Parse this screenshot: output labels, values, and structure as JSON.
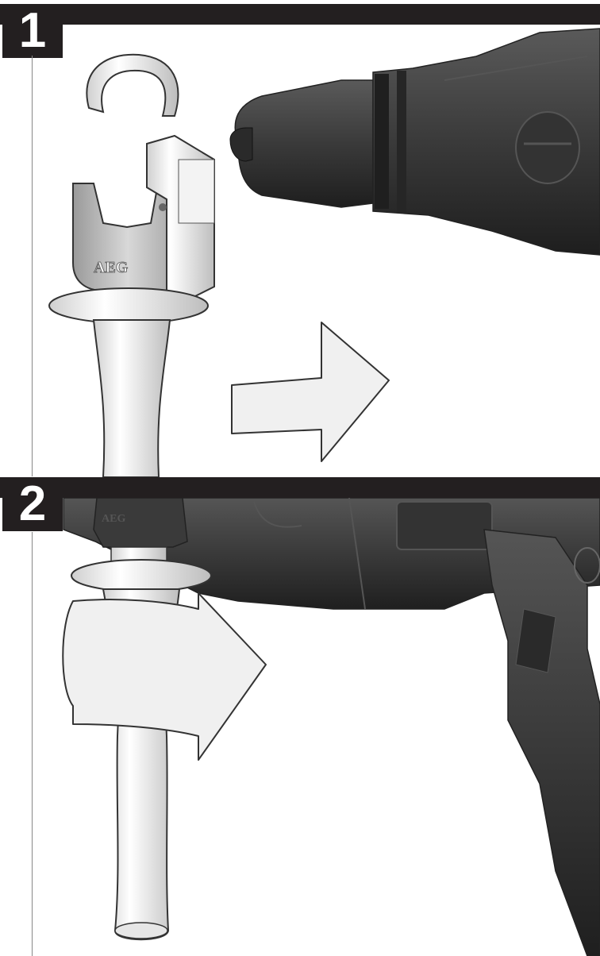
{
  "steps": [
    {
      "number": "1",
      "handle_logo": "AEG"
    },
    {
      "number": "2",
      "handle_logo": "AEG"
    }
  ],
  "colors": {
    "bar": "#231f20",
    "drill_body": "#3a3a3a",
    "drill_dark": "#222222",
    "handle_light": "#eeeeee",
    "arrow_fill": "#f0f0f0",
    "outline": "#333333"
  },
  "icons": {
    "step1_arrow": "push-right-arrow-icon",
    "step2_arrow": "rotate-clockwise-arrow-icon"
  }
}
